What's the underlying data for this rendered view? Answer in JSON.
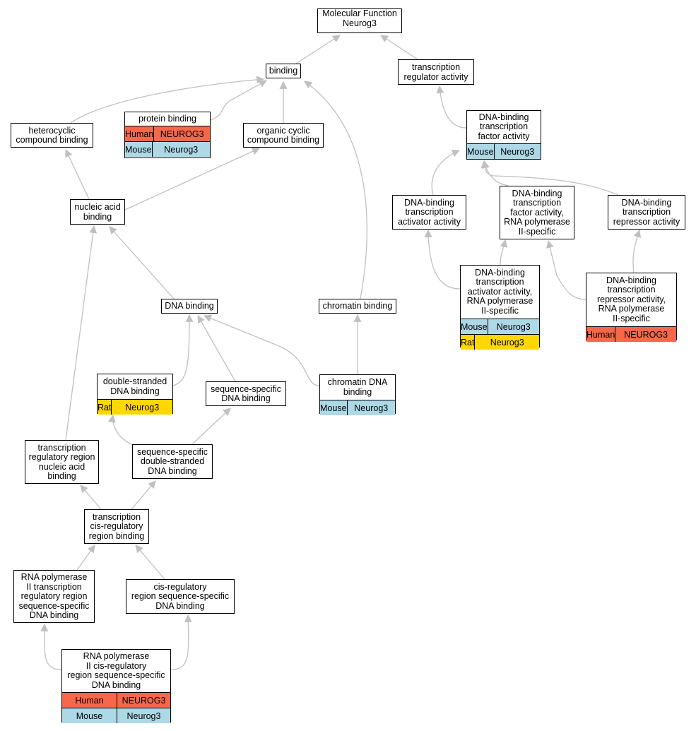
{
  "colors": {
    "edge": "#c0c0c0",
    "Human": "#f9674a",
    "Mouse": "#add8e6",
    "Rat": "#ffd700"
  },
  "nodes": {
    "root": {
      "label": "Molecular Function\nNeurog3"
    },
    "binding": {
      "label": "binding"
    },
    "tra": {
      "label": "transcription\nregulator activity"
    },
    "pb": {
      "label": "protein binding",
      "rows": [
        {
          "species": "Human",
          "gene": "NEUROG3"
        },
        {
          "species": "Mouse",
          "gene": "Neurog3"
        }
      ]
    },
    "hcb": {
      "label": "heterocyclic\ncompound binding"
    },
    "occb": {
      "label": "organic cyclic\ncompound binding"
    },
    "dbtfa": {
      "label": "DNA-binding\ntranscription\nfactor activity",
      "rows": [
        {
          "species": "Mouse",
          "gene": "Neurog3"
        }
      ]
    },
    "nab": {
      "label": "nucleic acid\nbinding"
    },
    "dbtaa": {
      "label": "DNA-binding\ntranscription\nactivator activity"
    },
    "dbtfarp": {
      "label": "DNA-binding\ntranscription\nfactor activity,\nRNA polymerase\nII-specific"
    },
    "dbtra": {
      "label": "DNA-binding\ntranscription\nrepressor activity"
    },
    "dbtaarp": {
      "label": "DNA-binding\ntranscription\nactivator activity,\nRNA polymerase\nII-specific",
      "rows": [
        {
          "species": "Mouse",
          "gene": "Neurog3"
        },
        {
          "species": "Rat",
          "gene": "Neurog3"
        }
      ]
    },
    "dbtrarp": {
      "label": "DNA-binding\ntranscription\nrepressor activity,\nRNA polymerase\nII-specific",
      "rows": [
        {
          "species": "Human",
          "gene": "NEUROG3"
        }
      ]
    },
    "dnab": {
      "label": "DNA binding"
    },
    "chb": {
      "label": "chromatin binding"
    },
    "dsdb": {
      "label": "double-stranded\nDNA binding",
      "rows": [
        {
          "species": "Rat",
          "gene": "Neurog3"
        }
      ]
    },
    "ssdb": {
      "label": "sequence-specific\nDNA binding"
    },
    "cdb": {
      "label": "chromatin DNA\nbinding",
      "rows": [
        {
          "species": "Mouse",
          "gene": "Neurog3"
        }
      ]
    },
    "trrnab": {
      "label": "transcription\nregulatory region\nnucleic acid\nbinding"
    },
    "ssdsdb": {
      "label": "sequence-specific\ndouble-stranded\nDNA binding"
    },
    "tcrrb": {
      "label": "transcription\ncis-regulatory\nregion binding"
    },
    "rp2trr": {
      "label": "RNA polymerase\nII transcription\nregulatory region\nsequence-specific\nDNA binding"
    },
    "crrssdb": {
      "label": "cis-regulatory\nregion sequence-specific\nDNA binding"
    },
    "rp2crr": {
      "label": "RNA polymerase\nII cis-regulatory\nregion sequence-specific\nDNA binding",
      "rows": [
        {
          "species": "Human",
          "gene": "NEUROG3"
        },
        {
          "species": "Mouse",
          "gene": "Neurog3"
        }
      ]
    }
  },
  "edges": [
    [
      "binding",
      "root"
    ],
    [
      "tra",
      "root"
    ],
    [
      "pb",
      "binding"
    ],
    [
      "hcb",
      "binding"
    ],
    [
      "occb",
      "binding"
    ],
    [
      "chb",
      "binding"
    ],
    [
      "dbtfa",
      "tra"
    ],
    [
      "nab",
      "hcb"
    ],
    [
      "nab",
      "occb"
    ],
    [
      "dbtaa",
      "dbtfa"
    ],
    [
      "dbtfarp",
      "dbtfa"
    ],
    [
      "dbtra",
      "dbtfa"
    ],
    [
      "dbtaarp",
      "dbtaa"
    ],
    [
      "dbtaarp",
      "dbtfarp"
    ],
    [
      "dbtrarp",
      "dbtfarp"
    ],
    [
      "dbtrarp",
      "dbtra"
    ],
    [
      "dnab",
      "nab"
    ],
    [
      "dsdb",
      "dnab"
    ],
    [
      "ssdb",
      "dnab"
    ],
    [
      "cdb",
      "dnab"
    ],
    [
      "cdb",
      "chb"
    ],
    [
      "trrnab",
      "nab"
    ],
    [
      "ssdsdb",
      "dsdb"
    ],
    [
      "ssdsdb",
      "ssdb"
    ],
    [
      "tcrrb",
      "trrnab"
    ],
    [
      "tcrrb",
      "ssdsdb"
    ],
    [
      "rp2trr",
      "tcrrb"
    ],
    [
      "crrssdb",
      "tcrrb"
    ],
    [
      "rp2crr",
      "rp2trr"
    ],
    [
      "rp2crr",
      "crrssdb"
    ]
  ]
}
